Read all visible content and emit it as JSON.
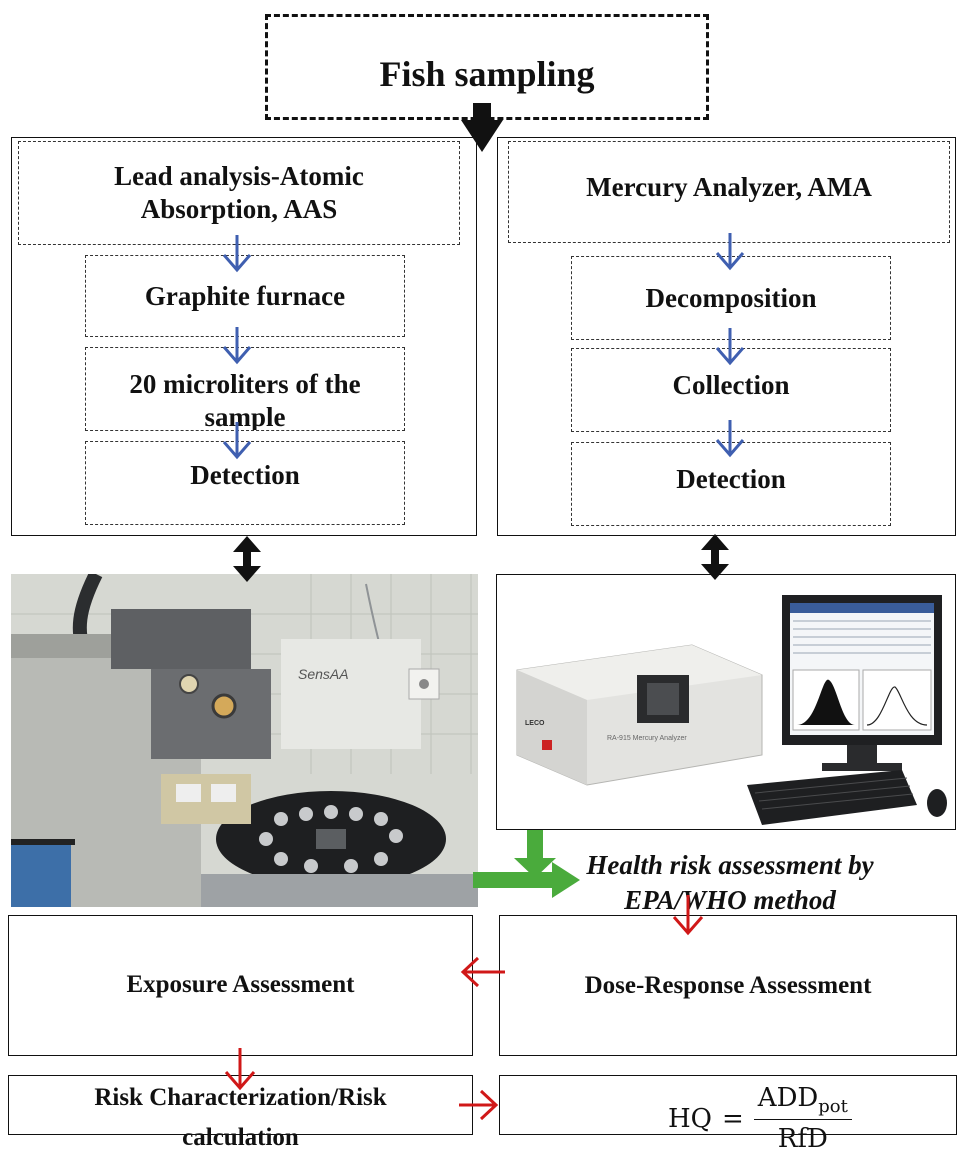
{
  "top": {
    "title": "Fish sampling"
  },
  "lead": {
    "header": "Lead analysis-Atomic Absorption, AAS",
    "steps": [
      "Graphite furnace",
      "20 microliters of the sample",
      "Detection"
    ]
  },
  "mercury": {
    "header": "Mercury Analyzer, AMA",
    "steps": [
      "Decomposition",
      "Collection",
      "Detection"
    ]
  },
  "images": {
    "left_instrument_label": "SensAA",
    "right_instrument_label": "RA-915 Mercury Analyzer",
    "right_brand": "LECO"
  },
  "health": {
    "line1": "Health risk assessment by",
    "line2": "EPA/WHO method"
  },
  "assessment": {
    "exposure": "Exposure Assessment",
    "dose_response": "Dose-Response Assessment",
    "risk_line1": "Risk Characterization/Risk",
    "risk_line2": "calculation",
    "formula": {
      "lhs": "HQ",
      "eq": "=",
      "num_main": "ADD",
      "num_sub": "pot",
      "den": "RfD"
    }
  },
  "colors": {
    "blue_arrow": "#3f5fb0",
    "red_arrow": "#d01818",
    "green_arrow": "#4aab3c",
    "black": "#111111"
  }
}
